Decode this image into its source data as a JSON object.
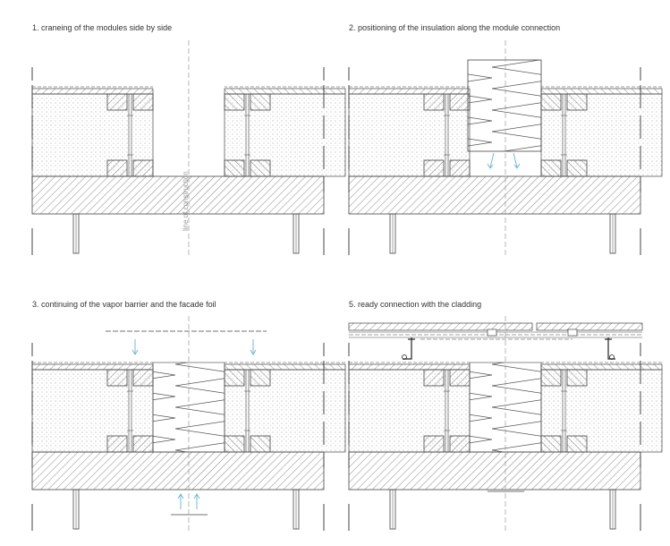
{
  "captions": {
    "step1": "1. craneing of the modules side by side",
    "step2": "2. positioning of the insulation along the module connection",
    "step3": "3. continuing of the vapor barrier and the facade foil",
    "step5": "5. ready connection with the cladding"
  },
  "labels": {
    "line_of_construction": "line of construction"
  },
  "colors": {
    "line": "#444444",
    "hatch": "#555555",
    "dash": "#999999",
    "arrow": "#6ab0d6"
  }
}
